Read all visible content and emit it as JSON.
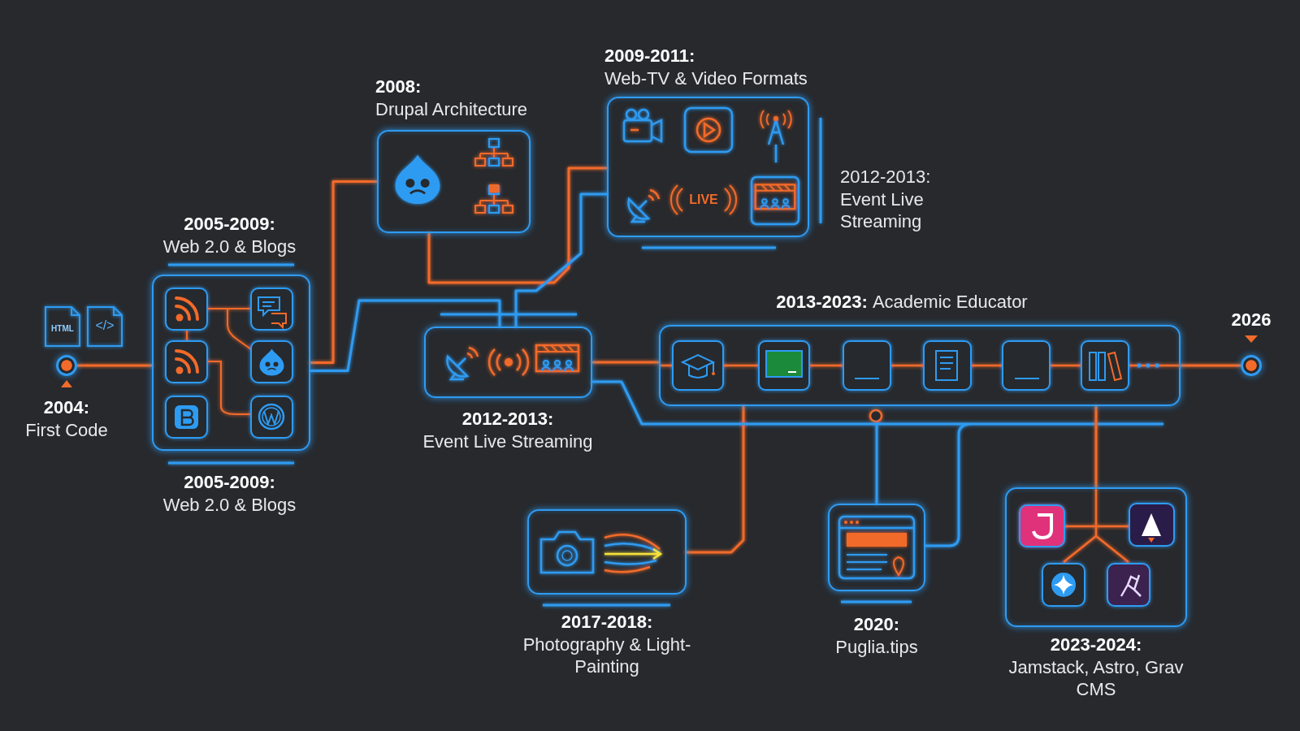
{
  "diagram": {
    "nodes": [
      {
        "text": [
          "2004: First Code"
        ]
      },
      {
        "text": [
          "2005-2009: Web 2.0 & Blogs",
          "2005-2009: Web 2.0 & Blogs"
        ]
      },
      {
        "text": [
          "2008: Drupal Architecture"
        ]
      },
      {
        "text": [
          "2009-2011: Web-TV & Video Formats"
        ]
      },
      {
        "text": [
          "2012-2013: Event Live Streaming"
        ]
      },
      {
        "text": [
          "2013-2023: Academic Educator"
        ]
      },
      {
        "text": [
          "2026"
        ]
      },
      {
        "text": [
          "2017-2018: Photography & Light-Painting"
        ]
      },
      {
        "text": [
          "2020: Puglia.tips"
        ]
      },
      {
        "text": [
          "2023-2024: Jamstack, Astro, Grav CMS"
        ]
      }
    ],
    "edges": [
      {
        "from": 0,
        "to": 1,
        "arrow": "none"
      },
      {
        "from": 1,
        "to": 2,
        "arrow": "none"
      },
      {
        "from": 2,
        "to": 3,
        "arrow": "none"
      },
      {
        "from": 1,
        "to": 4,
        "arrow": "none"
      },
      {
        "from": 3,
        "to": 4,
        "arrow": "none"
      },
      {
        "from": 4,
        "to": 5,
        "arrow": "none"
      },
      {
        "from": 5,
        "to": 6,
        "arrow": "none"
      },
      {
        "from": 5,
        "to": 7,
        "arrow": "none"
      },
      {
        "from": 4,
        "to": 8,
        "arrow": "none"
      },
      {
        "from": 5,
        "to": 9,
        "arrow": "none"
      }
    ],
    "labels": [
      "HTML",
      "</>",
      "LIVE",
      "2012-2013: Event Live Streaming"
    ]
  }
}
